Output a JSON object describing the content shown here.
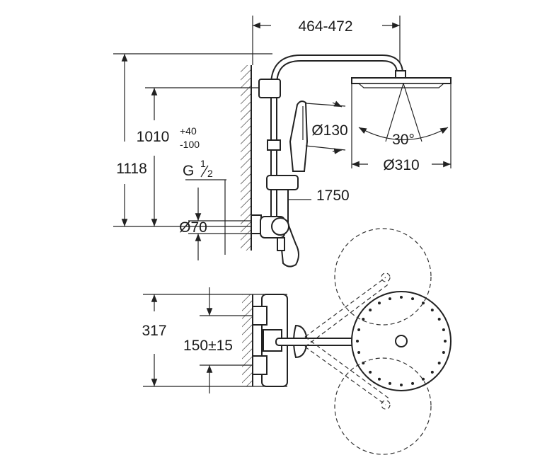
{
  "labels": {
    "width_range": "464-472",
    "height_total": "1118",
    "height_main": "1010",
    "tol_plus": "+40",
    "tol_minus": "-100",
    "thread": "G",
    "thread_num": "1",
    "thread_den": "2",
    "diam_inlet": "Ø70",
    "diam_hand": "Ø130",
    "angle": "30°",
    "diam_head": "Ø310",
    "hose": "1750",
    "depth": "317",
    "spacing": "150±15"
  }
}
